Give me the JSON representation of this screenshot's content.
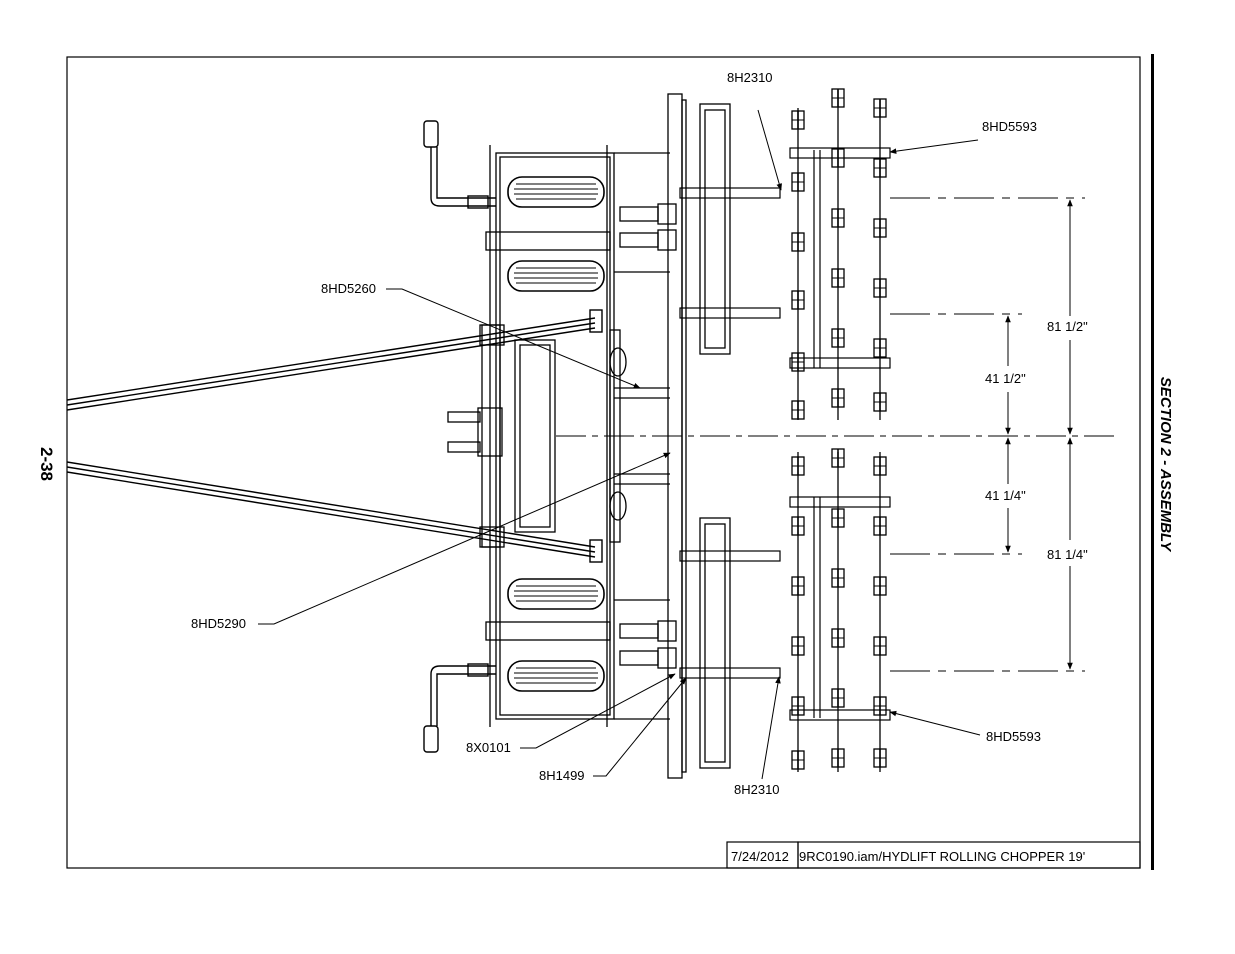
{
  "page": {
    "page_number": "2-38",
    "section_title": "SECTION 2 - ASSEMBLY"
  },
  "drawing": {
    "callouts": {
      "top_8h2310": "8H2310",
      "top_8hd5593": "8HD5593",
      "left_8hd5260": "8HD5260",
      "left_8hd5290": "8HD5290",
      "bottom_8x0101": "8X0101",
      "bottom_8h1499": "8H1499",
      "bottom_8h2310": "8H2310",
      "bottom_8hd5593": "8HD5593"
    },
    "dimensions": {
      "upper_outer": "81 1/2\"",
      "upper_inner": "41 1/2\"",
      "lower_inner": "41 1/4\"",
      "lower_outer": "81 1/4\""
    },
    "title_block": {
      "date": "7/24/2012",
      "file": "9RC0190.iam/HYDLIFT ROLLING CHOPPER 19'"
    }
  }
}
